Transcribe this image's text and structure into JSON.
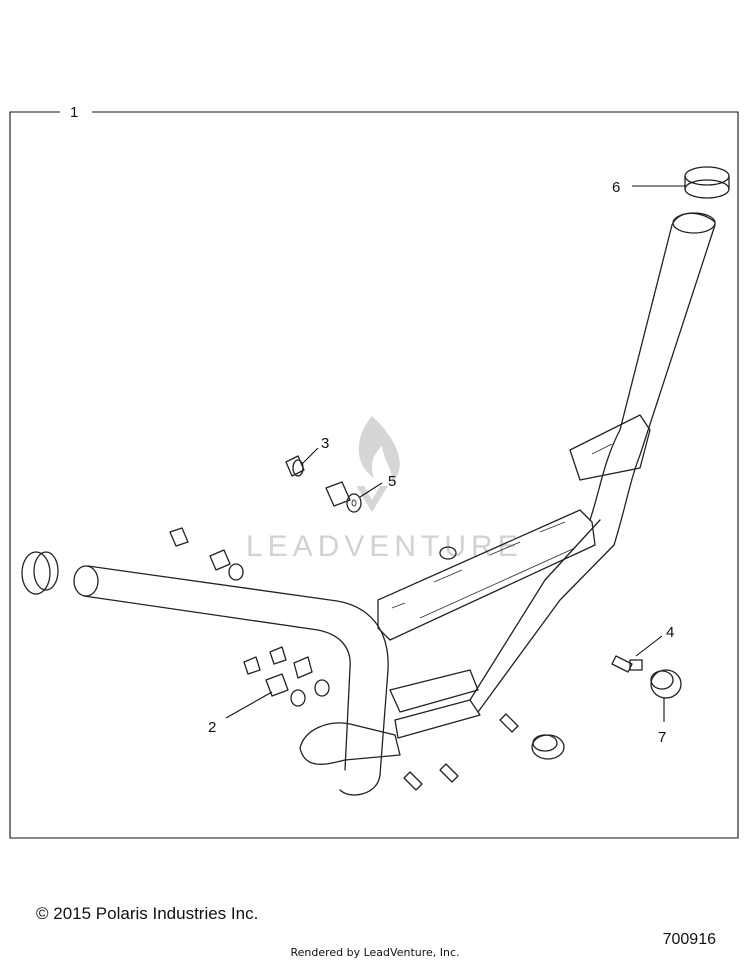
{
  "callouts": {
    "c1": "1",
    "c2": "2",
    "c3": "3",
    "c4": "4",
    "c5": "5",
    "c6": "6",
    "c7": "7"
  },
  "watermark": "LEADVENTURE",
  "footer": {
    "copyright": "© 2015 Polaris Industries Inc.",
    "rendered_by": "Rendered by LeadVenture, Inc.",
    "reference_number": "700916"
  }
}
